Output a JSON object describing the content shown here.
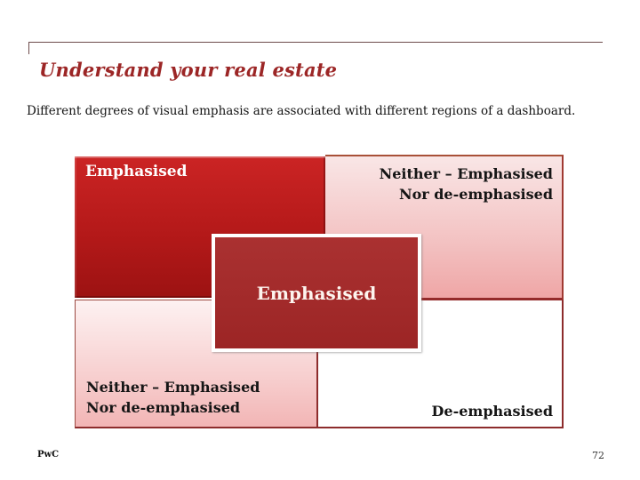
{
  "slide": {
    "title": "Understand your real estate",
    "subtitle": "Different degrees of visual emphasis are associated with different regions of a dashboard.",
    "footer": {
      "logo": "PwC",
      "page_number": "72"
    }
  },
  "diagram": {
    "quadrants": {
      "top_left": {
        "label": "Emphasised"
      },
      "top_right": {
        "line1": "Neither – Emphasised",
        "line2": "Nor de-emphasised"
      },
      "center": {
        "label": "Emphasised"
      },
      "bottom_left": {
        "line1": "Neither – Emphasised",
        "line2": "Nor de-emphasised"
      },
      "bottom_right": {
        "label": "De-emphasised"
      }
    },
    "colors": {
      "emphasis_red_top": "#cb2424",
      "emphasis_red_bottom": "#9c1212",
      "center_red": "#a32b2b",
      "pink_gradient_top": "#f9e6e6",
      "pink_gradient_bottom": "#efa6a6",
      "border_dark_red": "#8d2c2c",
      "title_red": "#9c2626"
    }
  }
}
